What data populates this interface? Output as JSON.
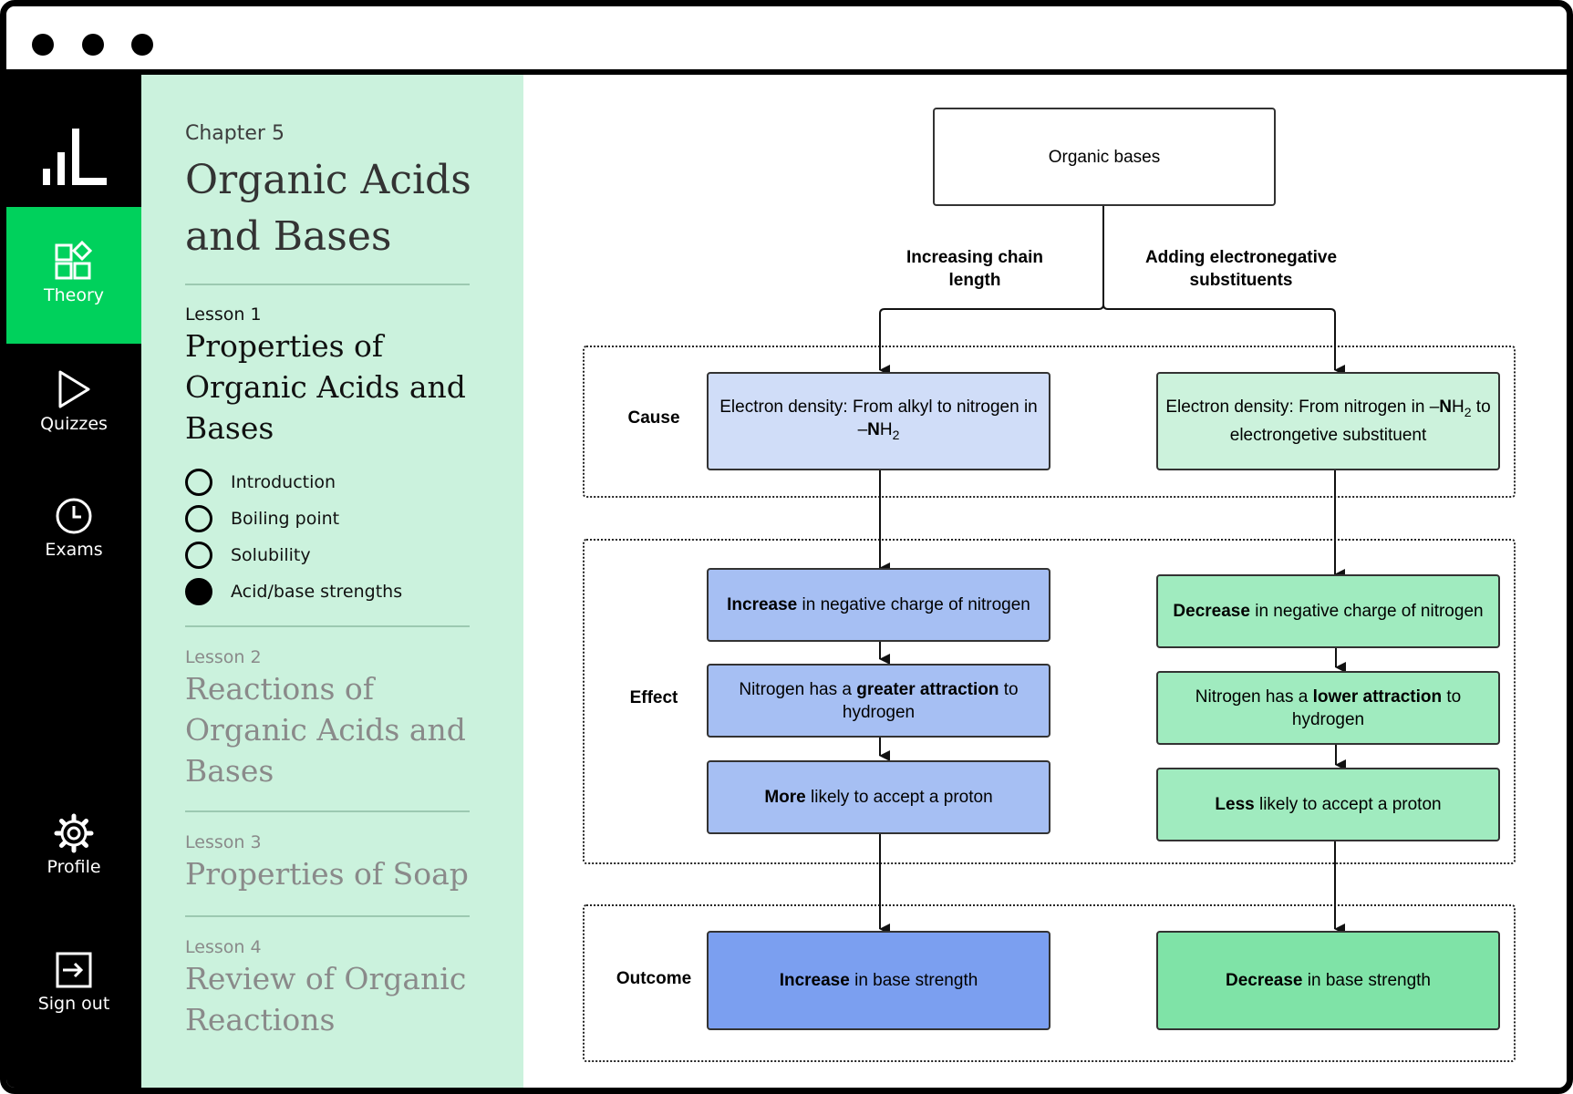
{
  "nav": {
    "theory": "Theory",
    "quizzes": "Quizzes",
    "exams": "Exams",
    "profile": "Profile",
    "signout": "Sign out"
  },
  "chapter": {
    "label": "Chapter 5",
    "title": "Organic Acids and Bases"
  },
  "lessons": [
    {
      "label": "Lesson 1",
      "title": "Properties of Organic Acids and Bases",
      "topics": [
        {
          "label": "Introduction",
          "done": false
        },
        {
          "label": "Boiling point",
          "done": false
        },
        {
          "label": "Solubility",
          "done": false
        },
        {
          "label": "Acid/base strengths",
          "done": true
        }
      ]
    },
    {
      "label": "Lesson 2",
      "title": "Reactions of Organic Acids and Bases"
    },
    {
      "label": "Lesson 3",
      "title": "Properties of Soap"
    },
    {
      "label": "Lesson 4",
      "title": "Review of Organic Reactions"
    }
  ],
  "diagram": {
    "root": "Organic bases",
    "branches": {
      "left": "Increasing chain length",
      "right": "Adding electronegative substituents"
    },
    "zones": {
      "cause": "Cause",
      "effect": "Effect",
      "outcome": "Outcome"
    },
    "left": {
      "cause": {
        "pre": "Electron density: From alkyl to nitrogen in –",
        "bold": "N",
        "post": "H",
        "sub": "2"
      },
      "effect1": {
        "bold": "Increase",
        "post": " in negative charge of nitrogen"
      },
      "effect2": {
        "pre": "Nitrogen has a ",
        "bold": "greater attraction",
        "post": " to hydrogen"
      },
      "effect3": {
        "bold": "More",
        "post": " likely to accept a proton"
      },
      "outcome": {
        "bold": "Increase",
        "post": " in base strength"
      }
    },
    "right": {
      "cause": {
        "pre": "Electron density: From nitrogen in –",
        "bold": "N",
        "mid": "H",
        "sub": "2",
        "post": " to electrongetive substituent"
      },
      "effect1": {
        "bold": "Decrease",
        "post": " in negative charge of nitrogen"
      },
      "effect2": {
        "pre": "Nitrogen has a ",
        "bold": "lower attraction",
        "post": " to hydrogen"
      },
      "effect3": {
        "bold": "Less",
        "post": " likely to accept a proton"
      },
      "outcome": {
        "bold": "Decrease",
        "post": " in base strength"
      }
    },
    "colors": {
      "blue_light": "#d0ddf8",
      "blue_mid": "#a6bff3",
      "blue_dark": "#7b9ff0",
      "green_light": "#ccf2dc",
      "green_mid": "#a0ebbf",
      "green_dark": "#7fe3a7"
    }
  }
}
